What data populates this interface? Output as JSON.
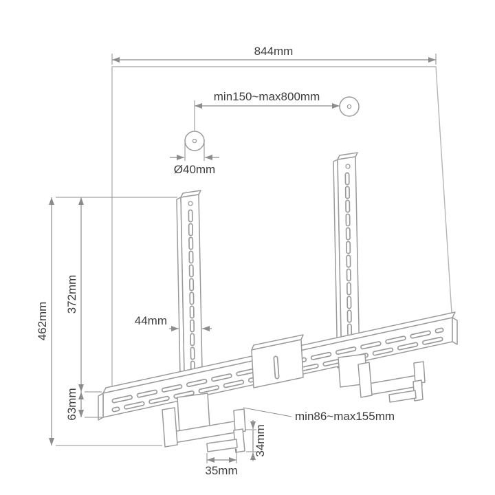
{
  "dims": {
    "total_width": "844mm",
    "mount_span": "min150~max800mm",
    "spacer_diameter": "Ø40mm",
    "total_height": "462mm",
    "bracket_height": "372mm",
    "rail_profile_height": "63mm",
    "bracket_width": "44mm",
    "arm_adjust_range": "min86~max155mm",
    "foot_width": "35mm",
    "foot_height": "34mm"
  },
  "colors": {
    "bg": "#ffffff",
    "panel-color": "#b4b4b4",
    "line-color": "#9a9a9a",
    "dim-color": "#8c8c8c",
    "text-color": "#3c3c3c"
  }
}
